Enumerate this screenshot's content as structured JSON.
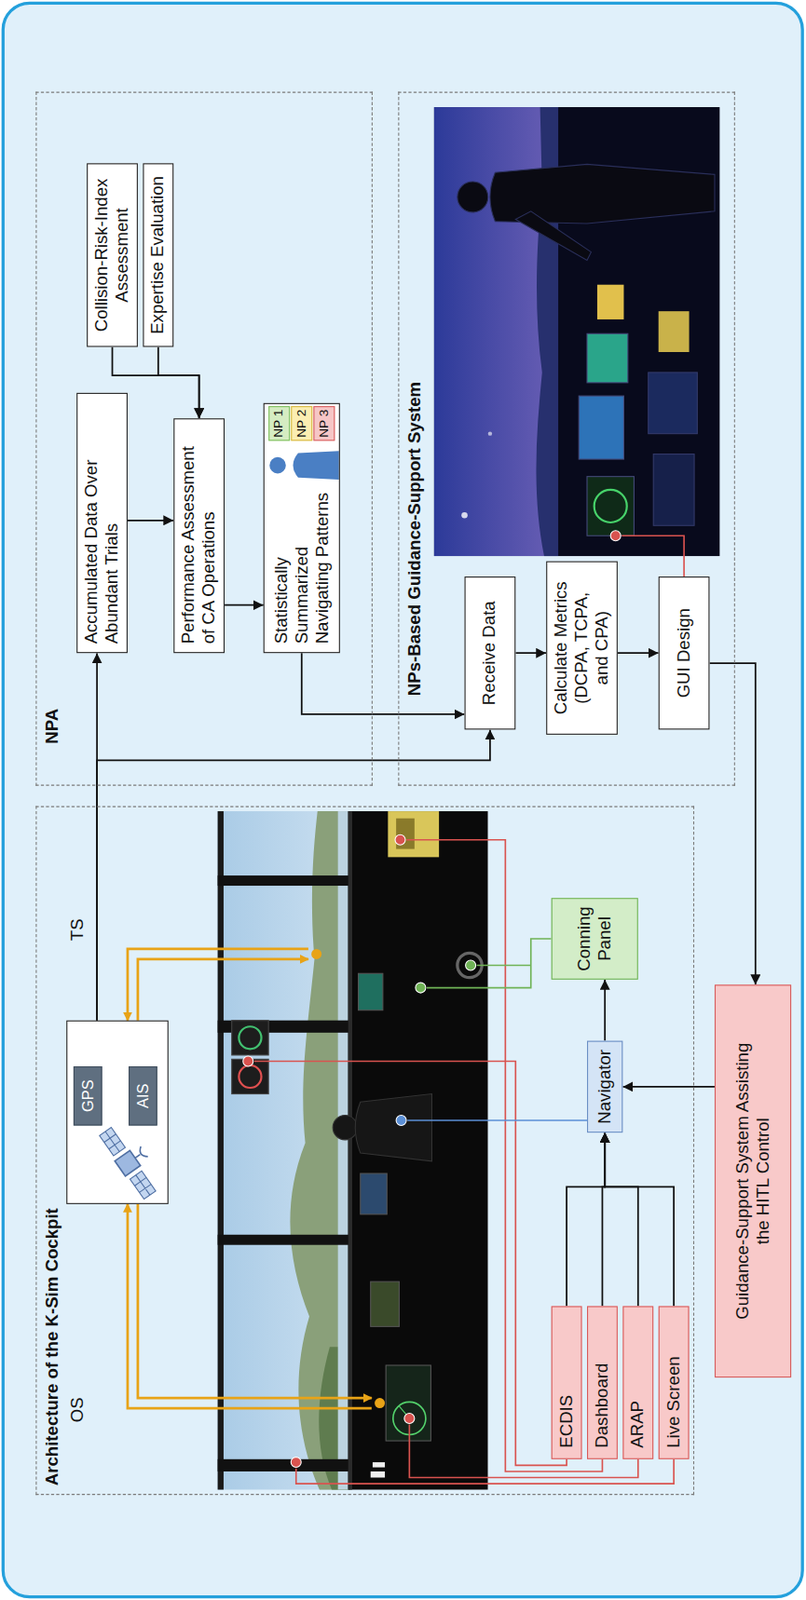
{
  "diagram": {
    "nodes": [
      {
        "text": [
          "Architecture of the K-Sim Cockpit"
        ]
      },
      {
        "text": [
          "GPS",
          "AIS"
        ],
        "in": 0
      },
      {
        "text": [
          "Conning Panel"
        ],
        "in": 0
      },
      {
        "text": [
          "Navigator"
        ],
        "in": 0
      },
      {
        "text": [
          "ECDIS"
        ],
        "in": 0
      },
      {
        "text": [
          "Dashboard"
        ],
        "in": 0
      },
      {
        "text": [
          "ARAP"
        ],
        "in": 0
      },
      {
        "text": [
          "Live Screen"
        ],
        "in": 0
      },
      {
        "text": [
          "NPA"
        ]
      },
      {
        "text": [
          "Accumulated Data Over Abundant Trials"
        ],
        "in": 8
      },
      {
        "text": [
          "Collision-Risk-Index Assessment"
        ],
        "in": 8
      },
      {
        "text": [
          "Expertise Evaluation"
        ],
        "in": 8
      },
      {
        "text": [
          "Performance Assessment of CA Operations"
        ],
        "in": 8
      },
      {
        "text": [
          "Statistically Summarized Navigating Patterns"
        ],
        "in": 8
      },
      {
        "text": [
          "NP 1"
        ],
        "in": 13
      },
      {
        "text": [
          "NP 2"
        ],
        "in": 13
      },
      {
        "text": [
          "NP 3"
        ],
        "in": 13
      },
      {
        "text": [
          "NPs-Based Guidance-Support System"
        ]
      },
      {
        "text": [
          "Receive Data"
        ],
        "in": 17
      },
      {
        "text": [
          "Calculate Metrics (DCPA, TCPA, and CPA)"
        ],
        "in": 17
      },
      {
        "text": [
          "GUI Design"
        ],
        "in": 17
      },
      {
        "text": [
          "Guidance-Support System Assisting the HITL Control"
        ]
      }
    ],
    "edges": [
      {
        "from": 1,
        "to": 9,
        "arrow": "to"
      },
      {
        "from": 1,
        "to": 18,
        "arrow": "to"
      },
      {
        "from": 9,
        "to": 12,
        "arrow": "to"
      },
      {
        "from": 10,
        "to": 12,
        "arrow": "to"
      },
      {
        "from": 11,
        "to": 12,
        "arrow": "to"
      },
      {
        "from": 12,
        "to": 13,
        "arrow": "to"
      },
      {
        "from": 13,
        "to": 18,
        "arrow": "to"
      },
      {
        "from": 18,
        "to": 19,
        "arrow": "to"
      },
      {
        "from": 19,
        "to": 20,
        "arrow": "to"
      },
      {
        "from": 20,
        "to": 21,
        "arrow": "to"
      },
      {
        "from": 21,
        "to": 3,
        "arrow": "to"
      },
      {
        "from": 4,
        "to": 3,
        "arrow": "to"
      },
      {
        "from": 5,
        "to": 3,
        "arrow": "to"
      },
      {
        "from": 6,
        "to": 3,
        "arrow": "to"
      },
      {
        "from": 7,
        "to": 3,
        "arrow": "to"
      },
      {
        "from": 3,
        "to": 2,
        "arrow": "to"
      }
    ],
    "labels": [
      "OS",
      "TS"
    ]
  }
}
